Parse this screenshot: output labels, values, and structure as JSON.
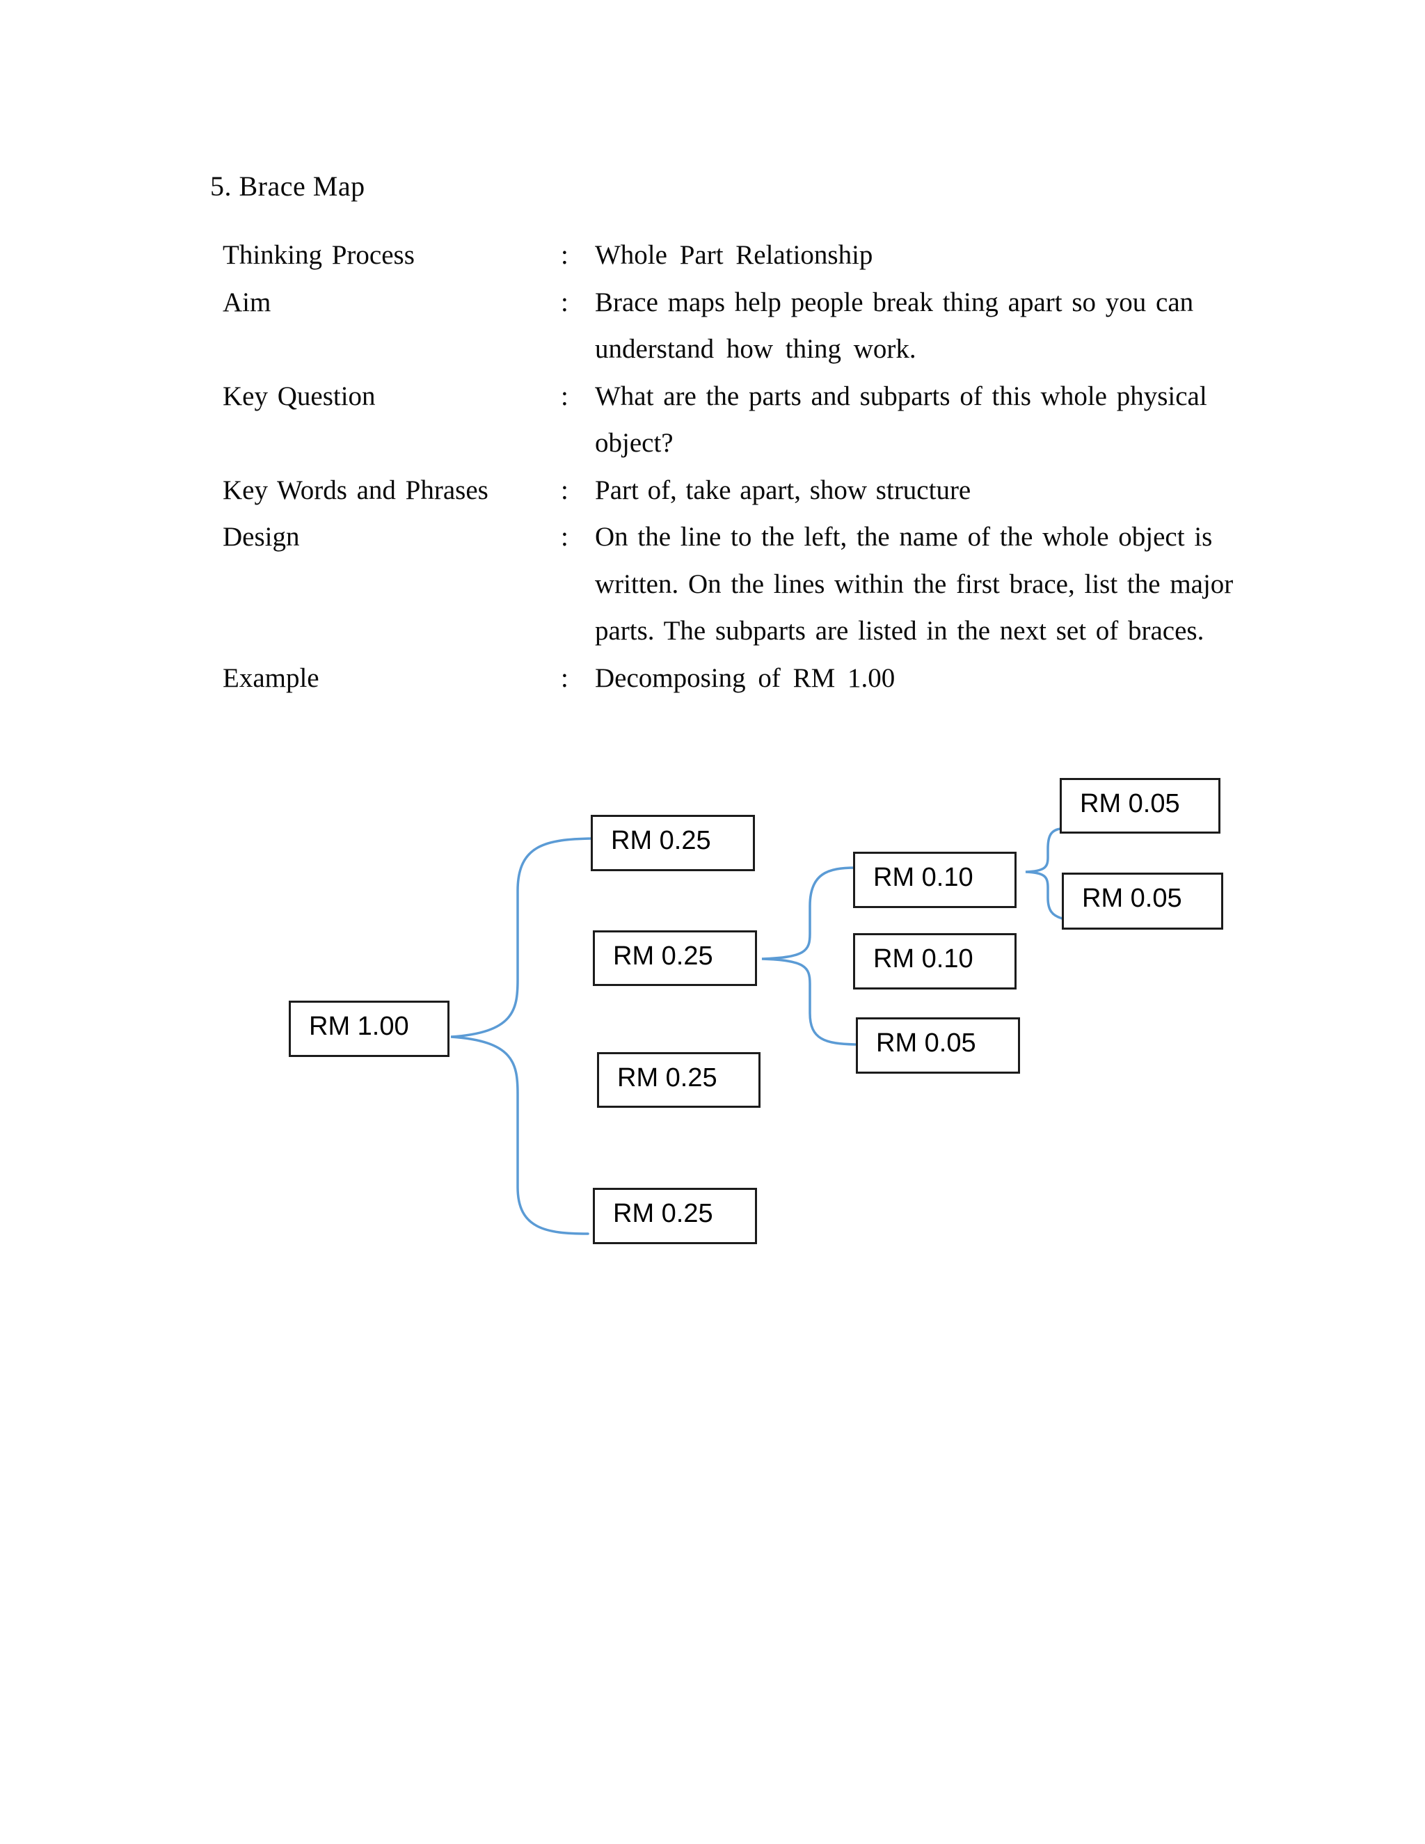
{
  "title": "5. Brace Map",
  "text_lines": [
    {
      "label": "Thinking Process",
      "colon": ":",
      "value": "Whole Part Relationship"
    },
    {
      "label": "Aim",
      "colon": ":",
      "value": "Brace maps help people break thing apart so you can"
    },
    {
      "label": "",
      "colon": "",
      "value": "understand how thing work."
    },
    {
      "label": "Key Question",
      "colon": ":",
      "value": "What are the parts and subparts of this whole physical"
    },
    {
      "label": "",
      "colon": "",
      "value": "object?"
    },
    {
      "label": "Key Words and Phrases",
      "colon": ":",
      "value": "Part of, take apart, show structure"
    },
    {
      "label": "Design",
      "colon": ":",
      "value": "On the line to the left, the name of the whole object is"
    },
    {
      "label": "",
      "colon": "",
      "value": "written. On the lines within the first brace, list the major"
    },
    {
      "label": "",
      "colon": "",
      "value": "parts. The subparts are listed in the next set of braces."
    },
    {
      "label": "Example",
      "colon": ":",
      "value": "Decomposing of RM 1.00"
    }
  ],
  "definition_rows": [
    {
      "label": "Thinking Process",
      "value": "Whole Part Relationship"
    },
    {
      "label": "Aim",
      "value": "Brace maps help people break thing apart so you can understand how thing work."
    },
    {
      "label": "Key Question",
      "value": "What are the parts and subparts of this whole physical object?"
    },
    {
      "label": "Key Words and Phrases",
      "value": "Part of, take apart, show structure"
    },
    {
      "label": "Design",
      "value": "On the line to the left, the name of the whole object is written. On the lines within the first brace, list the major parts. The subparts are listed in the next set of braces."
    },
    {
      "label": "Example",
      "value": "Decomposing of RM 1.00"
    }
  ],
  "diagram": {
    "brace_color": "#5b9bd5",
    "box_border_color": "#1c1c1c",
    "boxes": [
      {
        "id": "rm-1-00",
        "label": "RM 1.00"
      },
      {
        "id": "rm-0-25-1",
        "label": "RM 0.25"
      },
      {
        "id": "rm-0-25-2",
        "label": "RM 0.25"
      },
      {
        "id": "rm-0-25-3",
        "label": "RM 0.25"
      },
      {
        "id": "rm-0-25-4",
        "label": "RM 0.25"
      },
      {
        "id": "rm-0-10-1",
        "label": "RM 0.10"
      },
      {
        "id": "rm-0-10-2",
        "label": "RM 0.10"
      },
      {
        "id": "rm-0-05-sub",
        "label": "RM 0.05"
      },
      {
        "id": "rm-0-05-r1",
        "label": "RM 0.05"
      },
      {
        "id": "rm-0-05-r2",
        "label": "RM 0.05"
      }
    ],
    "relations": [
      {
        "parent": "RM 1.00",
        "children": [
          "RM 0.25",
          "RM 0.25",
          "RM 0.25",
          "RM 0.25"
        ]
      },
      {
        "parent": "RM 0.25 (second)",
        "children": [
          "RM 0.10",
          "RM 0.10",
          "RM 0.05"
        ]
      },
      {
        "parent": "RM 0.10 (first)",
        "children": [
          "RM 0.05",
          "RM 0.05"
        ]
      }
    ]
  }
}
